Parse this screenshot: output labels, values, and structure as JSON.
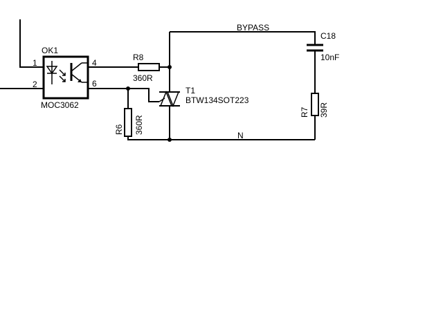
{
  "schematic": {
    "optocoupler": {
      "ref": "OK1",
      "value": "MOC3062",
      "pins": {
        "p1": "1",
        "p2": "2",
        "p4": "4",
        "p6": "6"
      }
    },
    "r8": {
      "ref": "R8",
      "value": "360R"
    },
    "r6": {
      "ref": "R6",
      "value": "360R"
    },
    "r7": {
      "ref": "R7",
      "value": "39R"
    },
    "c18": {
      "ref": "C18",
      "value": "10nF"
    },
    "t1": {
      "ref": "T1",
      "value": "BTW134SOT223"
    },
    "nets": {
      "bypass": "BYPASS",
      "neutral": "N"
    },
    "colors": {
      "ink": "#000000",
      "background": "#ffffff"
    }
  }
}
